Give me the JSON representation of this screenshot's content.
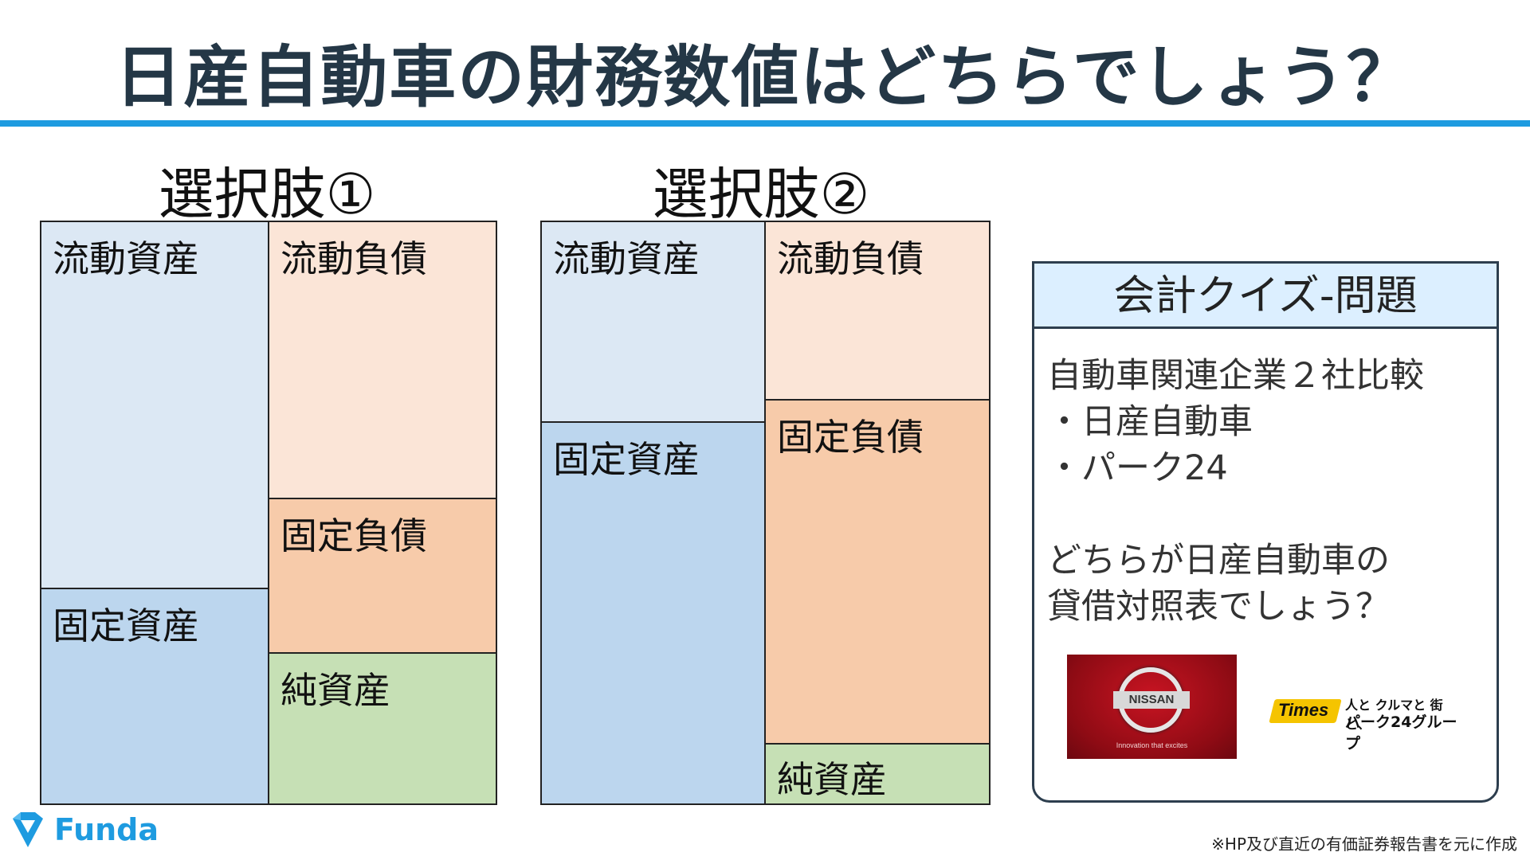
{
  "title": "日産自動車の財務数値はどちらでしょう？",
  "accent_color": "#1e9be0",
  "options": [
    {
      "label": "選択肢①",
      "cells": {
        "current_assets": "流動資産",
        "fixed_assets": "固定資産",
        "current_liabilities": "流動負債",
        "fixed_liabilities": "固定負債",
        "net_assets": "純資産"
      }
    },
    {
      "label": "選択肢②",
      "cells": {
        "current_assets": "流動資産",
        "fixed_assets": "固定資産",
        "current_liabilities": "流動負債",
        "fixed_liabilities": "固定負債",
        "net_assets": "純資産"
      }
    }
  ],
  "quiz": {
    "header": "会計クイズ-問題",
    "lines": [
      "自動車関連企業２社比較",
      "・日産自動車",
      "・パーク24"
    ],
    "question_lines": [
      "どちらが日産自動車の",
      "貸借対照表でしょう？"
    ]
  },
  "logos": {
    "nissan_brand": "NISSAN",
    "nissan_tagline": "Innovation that excites",
    "times_brand": "Times",
    "times_tag1": "人と クルマと 街と、",
    "times_tag2": "パーク24グループ"
  },
  "footer": {
    "brand": "Funda",
    "note": "※HP及び直近の有価証券報告書を元に作成"
  }
}
